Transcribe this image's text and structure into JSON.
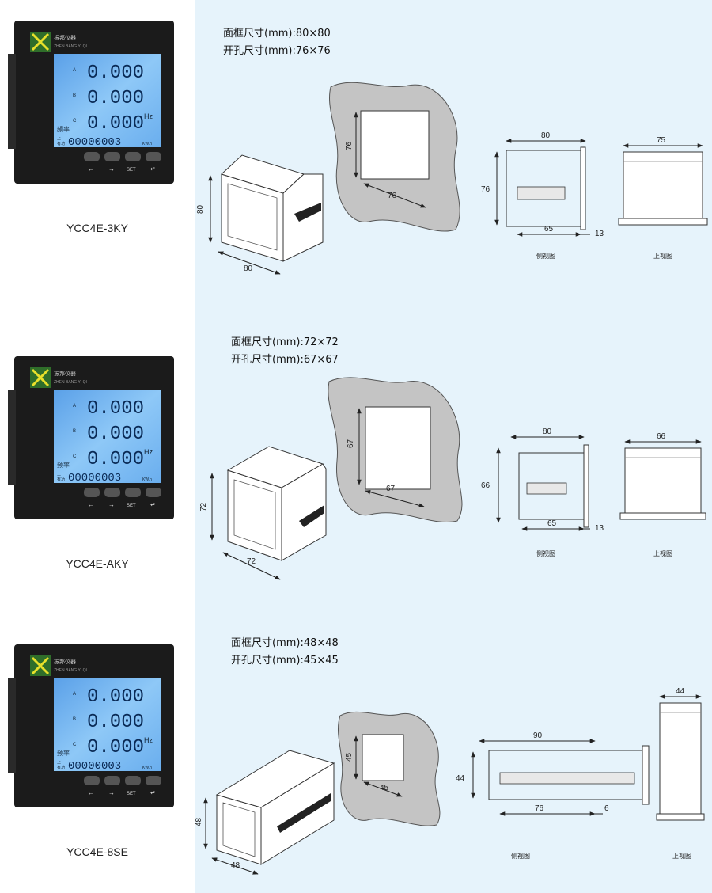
{
  "brand": {
    "name": "振邦仪器",
    "sub": "ZHEN BANG YI QI"
  },
  "meter_display": {
    "rows": [
      {
        "phase": "A",
        "value": "0.000"
      },
      {
        "phase": "B",
        "value": "0.000"
      },
      {
        "phase": "C",
        "value": "0.000"
      }
    ],
    "freq_label": "频率",
    "hz_unit": "Hz",
    "energy_label_1": "上",
    "energy_label_2": "有功",
    "energy_value": "00000003",
    "energy_unit": "KW.h",
    "buttons": [
      "←",
      "→",
      "SET",
      "↵"
    ]
  },
  "colors": {
    "panel_bg": "#e6f3fb",
    "cutout_fill": "#c4c4c4",
    "lcd": "#6fb2f0",
    "bezel": "#1b1b1b"
  },
  "labels": {
    "side_view": "侧视图",
    "top_view": "上视图"
  },
  "sections": [
    {
      "model": "YCC4E-3KY",
      "frame_size": "面框尺寸(mm):80×80",
      "cutout_size": "开孔尺寸(mm):76×76",
      "iso": {
        "height": "80",
        "width": "80"
      },
      "cutout": {
        "height": "76",
        "width": "76"
      },
      "side": {
        "depth": "80",
        "height": "76",
        "body": "65",
        "front": "13"
      },
      "top": {
        "width": "75"
      }
    },
    {
      "model": "YCC4E-AKY",
      "frame_size": "面框尺寸(mm):72×72",
      "cutout_size": "开孔尺寸(mm):67×67",
      "iso": {
        "height": "72",
        "width": "72"
      },
      "cutout": {
        "height": "67",
        "width": "67"
      },
      "side": {
        "depth": "80",
        "height": "66",
        "body": "65",
        "front": "13"
      },
      "top": {
        "width": "66"
      }
    },
    {
      "model": "YCC4E-8SE",
      "frame_size": "面框尺寸(mm):48×48",
      "cutout_size": "开孔尺寸(mm):45×45",
      "iso": {
        "height": "48",
        "width": "48"
      },
      "cutout": {
        "height": "45",
        "width": "45"
      },
      "side": {
        "depth": "90",
        "height": "44",
        "body": "76",
        "front": "6"
      },
      "top": {
        "width": "44"
      }
    }
  ]
}
